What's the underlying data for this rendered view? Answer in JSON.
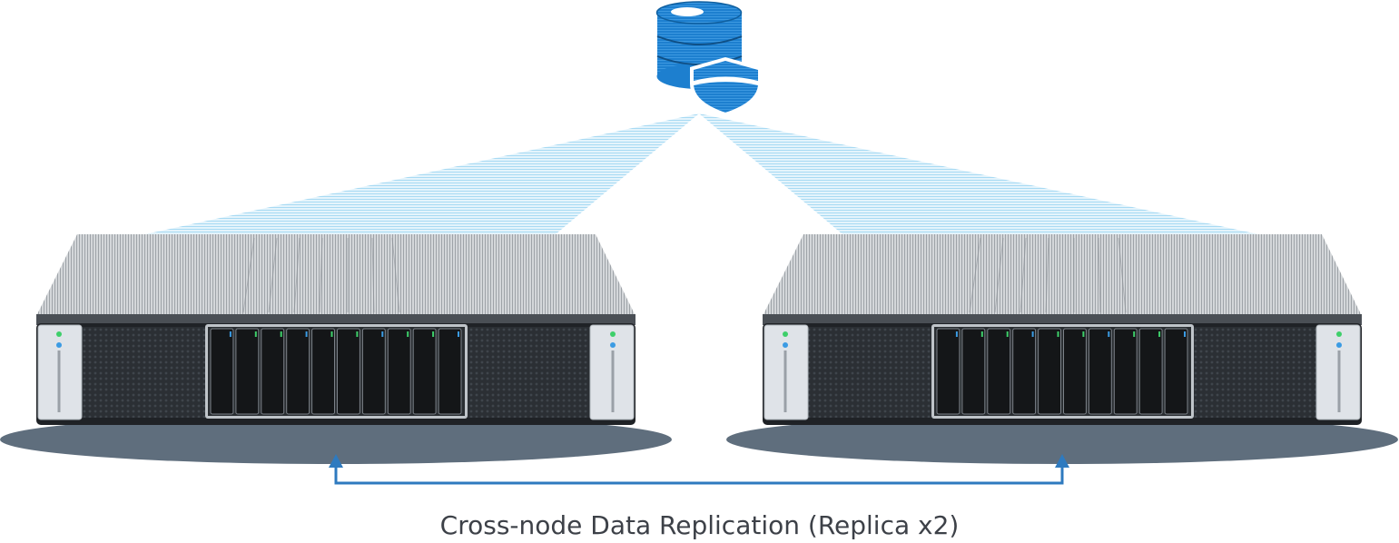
{
  "caption": "Cross-node Data Replication (Replica x2)",
  "colors": {
    "db_blue": "#1a7ac9",
    "db_dark": "#0f5f9f",
    "beam": "#9fd3f0",
    "arrow": "#2e7abf",
    "shadow": "#5f6e7d",
    "rack_top": "#c3c7cb",
    "chassis": "#2a2e33",
    "bay": "#1c1f22"
  },
  "icons": {
    "database": "database-shield-icon",
    "server": "storage-server-icon"
  },
  "nodes": [
    {
      "id": "left",
      "drives": 10
    },
    {
      "id": "right",
      "drives": 10
    }
  ]
}
